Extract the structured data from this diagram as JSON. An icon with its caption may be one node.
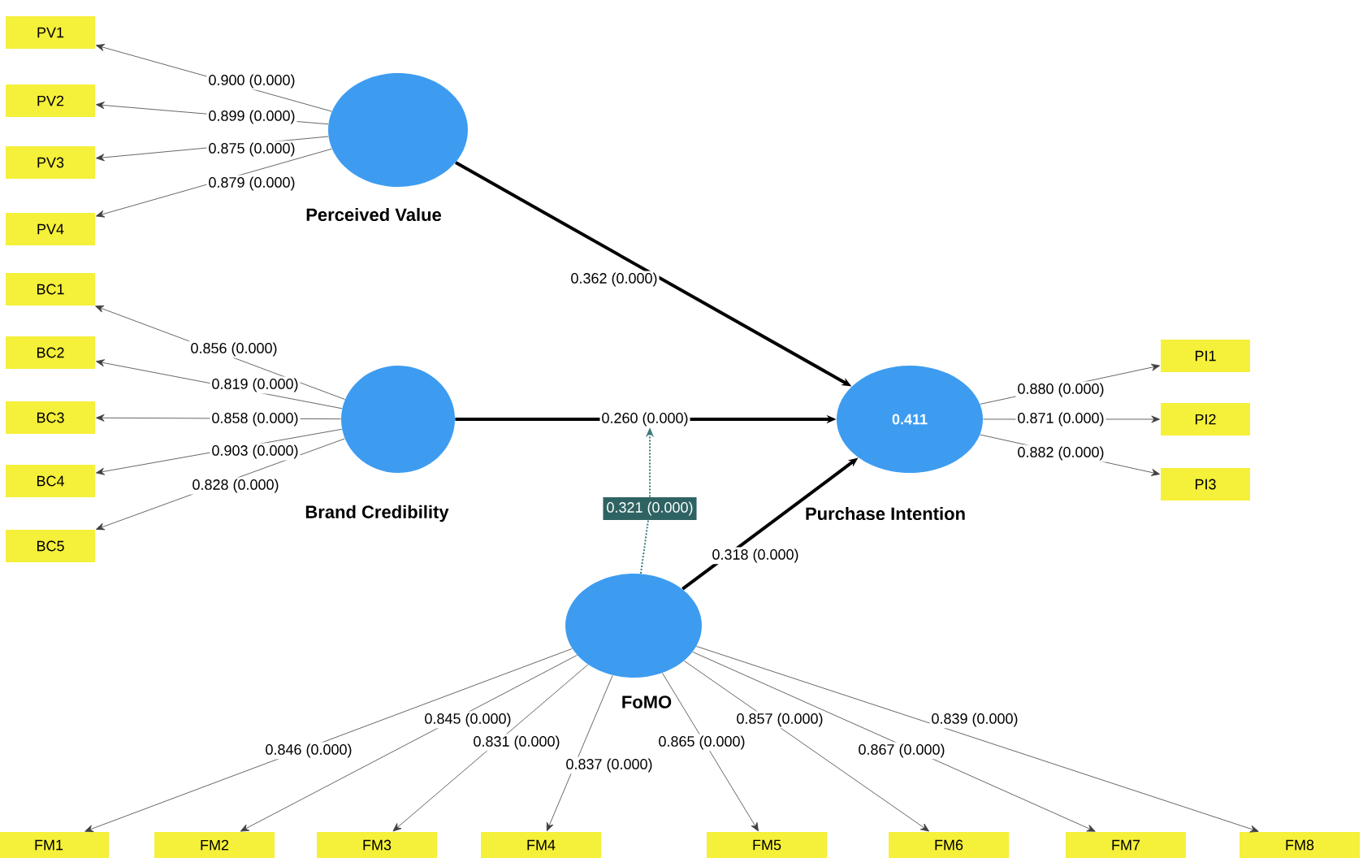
{
  "diagram": {
    "nodes": [
      {
        "text": [
          "PV1"
        ]
      },
      {
        "text": [
          "PV2"
        ]
      },
      {
        "text": [
          "PV3"
        ]
      },
      {
        "text": [
          "PV4"
        ]
      },
      {
        "text": [
          "BC1"
        ]
      },
      {
        "text": [
          "BC2"
        ]
      },
      {
        "text": [
          "BC3"
        ]
      },
      {
        "text": [
          "BC4"
        ]
      },
      {
        "text": [
          "BC5"
        ]
      },
      {
        "text": [
          "Perceived Value"
        ]
      },
      {
        "text": [
          "Brand Credibility"
        ]
      },
      {
        "text": [
          "0.411",
          "Purchase Intention"
        ]
      },
      {
        "text": [
          "PI1"
        ]
      },
      {
        "text": [
          "PI2"
        ]
      },
      {
        "text": [
          "PI3"
        ]
      },
      {
        "text": [
          "0.321 (0.000)"
        ]
      },
      {
        "text": [
          "FoMO"
        ]
      },
      {
        "text": [
          "FM1"
        ]
      },
      {
        "text": [
          "FM2"
        ]
      },
      {
        "text": [
          "FM3"
        ]
      },
      {
        "text": [
          "FM4"
        ]
      },
      {
        "text": [
          "FM5"
        ]
      },
      {
        "text": [
          "FM6"
        ]
      },
      {
        "text": [
          "FM7"
        ]
      },
      {
        "text": [
          "FM8"
        ]
      }
    ],
    "edges": [
      {
        "from": 9,
        "to": 0,
        "arrow": "to",
        "label": "0.900 (0.000)"
      },
      {
        "from": 9,
        "to": 1,
        "arrow": "to",
        "label": "0.899 (0.000)"
      },
      {
        "from": 9,
        "to": 2,
        "arrow": "to",
        "label": "0.875 (0.000)"
      },
      {
        "from": 9,
        "to": 3,
        "arrow": "to",
        "label": "0.879 (0.000)"
      },
      {
        "from": 10,
        "to": 4,
        "arrow": "to",
        "label": "0.856 (0.000)"
      },
      {
        "from": 10,
        "to": 5,
        "arrow": "to",
        "label": "0.819 (0.000)"
      },
      {
        "from": 10,
        "to": 6,
        "arrow": "to",
        "label": "0.858 (0.000)"
      },
      {
        "from": 10,
        "to": 7,
        "arrow": "to",
        "label": "0.903 (0.000)"
      },
      {
        "from": 10,
        "to": 8,
        "arrow": "to",
        "label": "0.828 (0.000)"
      },
      {
        "from": 9,
        "to": 11,
        "arrow": "to",
        "label": "0.362 (0.000)",
        "style": "thick"
      },
      {
        "from": 10,
        "to": 11,
        "arrow": "to",
        "label": "0.260 (0.000)",
        "style": "thick"
      },
      {
        "from": 16,
        "to": 11,
        "arrow": "to",
        "label": "0.318 (0.000)",
        "style": "thick"
      },
      {
        "from": 11,
        "to": 12,
        "arrow": "to",
        "label": "0.880 (0.000)"
      },
      {
        "from": 11,
        "to": 13,
        "arrow": "to",
        "label": "0.871 (0.000)"
      },
      {
        "from": 11,
        "to": 14,
        "arrow": "to",
        "label": "0.882 (0.000)"
      },
      {
        "from": 16,
        "to": 15,
        "arrow": "none",
        "style": "dashed",
        "color": "#3c7a7a"
      },
      {
        "from": 15,
        "to": null,
        "arrow": "to",
        "style": "dashed",
        "color": "#3c7a7a"
      },
      {
        "from": 16,
        "to": 17,
        "arrow": "to",
        "label": "0.846 (0.000)"
      },
      {
        "from": 16,
        "to": 18,
        "arrow": "to",
        "label": "0.845 (0.000)"
      },
      {
        "from": 16,
        "to": 19,
        "arrow": "to",
        "label": "0.831 (0.000)"
      },
      {
        "from": 16,
        "to": 20,
        "arrow": "to",
        "label": "0.837 (0.000)"
      },
      {
        "from": 16,
        "to": 21,
        "arrow": "to",
        "label": "0.865 (0.000)"
      },
      {
        "from": 16,
        "to": 22,
        "arrow": "to",
        "label": "0.857 (0.000)"
      },
      {
        "from": 16,
        "to": 23,
        "arrow": "to",
        "label": "0.867 (0.000)"
      },
      {
        "from": 16,
        "to": 24,
        "arrow": "to",
        "label": "0.839 (0.000)"
      }
    ]
  }
}
